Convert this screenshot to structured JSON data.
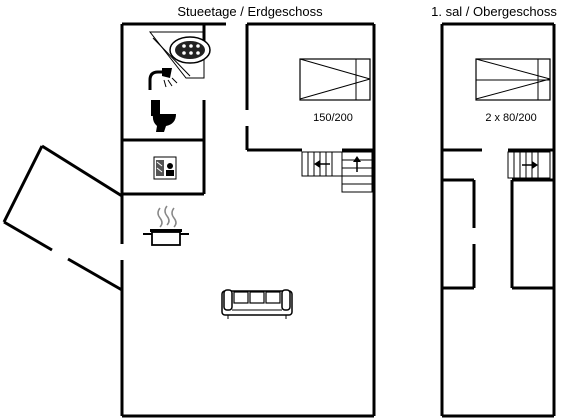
{
  "floors": [
    {
      "title": "Stueetage / Erdgeschoss",
      "bed_label": "150/200"
    },
    {
      "title": "1. sal / Obergeschoss",
      "bed_label": "2 x 80/200"
    }
  ],
  "icons": [
    "bathtub-icon",
    "shower-icon",
    "toilet-icon",
    "washing-machine-icon",
    "cooking-pot-icon",
    "sofa-icon",
    "stairs-icon",
    "double-bed-icon",
    "single-beds-icon"
  ]
}
